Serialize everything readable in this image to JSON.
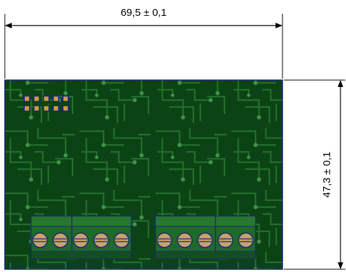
{
  "dimensions": {
    "width_label": "69,5 ± 0,1",
    "height_label": "47,3 ± 0,1"
  },
  "board": {
    "pcb_color": "#0e4a17",
    "trace_color": "#3f9a4a",
    "outline_color": "#1a237e",
    "header_pins": {
      "rows": 2,
      "cols": 5
    },
    "terminal_blocks": [
      {
        "name": "terminal-block-left",
        "screws": 5
      },
      {
        "name": "terminal-block-right",
        "screws": 5
      }
    ]
  }
}
